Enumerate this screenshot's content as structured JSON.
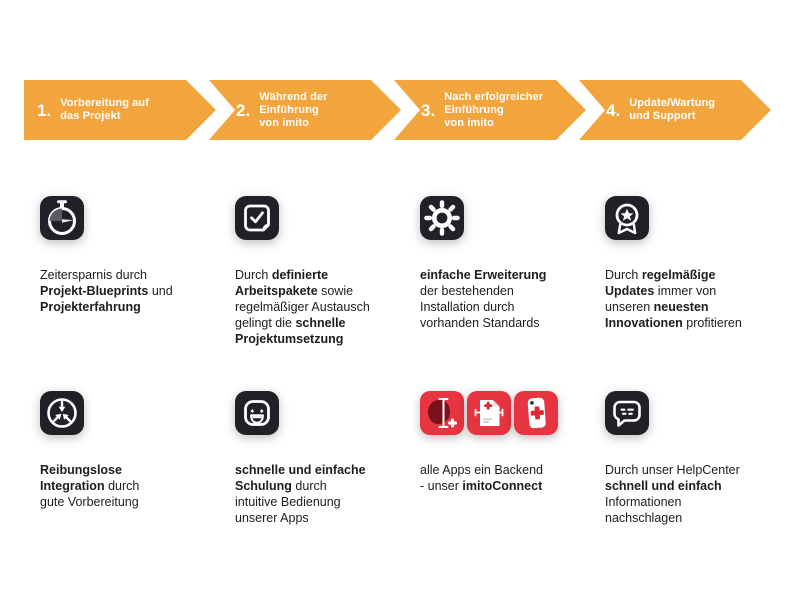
{
  "colors": {
    "orange": "#F2A43D",
    "icon_bg": "#212026",
    "app_red": "#E63440",
    "app_red_dark": "#7A121E",
    "cross_red": "#E02833",
    "text": "#1D1D1F"
  },
  "steps": [
    {
      "number": "1.",
      "label": "Vorbereitung auf\ndas Projekt"
    },
    {
      "number": "2.",
      "label": "Während der\nEinführung\nvon imito"
    },
    {
      "number": "3.",
      "label": "Nach erfolgreicher\nEinführung\nvon imito"
    },
    {
      "number": "4.",
      "label": "Update/Wartung\nund Support"
    }
  ],
  "features": [
    {
      "icon": "stopwatch-icon",
      "segments": [
        {
          "t": "Zeitersparnis durch\n"
        },
        {
          "t": "Projekt-Blueprints",
          "b": true
        },
        {
          "t": " und\n"
        },
        {
          "t": "Projekterfahrung",
          "b": true
        }
      ]
    },
    {
      "icon": "note-check-icon",
      "segments": [
        {
          "t": "Durch "
        },
        {
          "t": "definierte\nArbeitspakete",
          "b": true
        },
        {
          "t": " sowie\nregelmäßiger Austausch\ngelingt die "
        },
        {
          "t": "schnelle\nProjektumsetzung",
          "b": true
        }
      ]
    },
    {
      "icon": "gear-icon",
      "segments": [
        {
          "t": "einfache Erweiterung",
          "b": true
        },
        {
          "t": "\nder bestehenden\nInstallation durch\nvorhanden Standards"
        }
      ]
    },
    {
      "icon": "award-badge-icon",
      "segments": [
        {
          "t": "Durch "
        },
        {
          "t": "regelmäßige\nUpdates",
          "b": true
        },
        {
          "t": " immer von\nunseren "
        },
        {
          "t": "neuesten\nInnovationen",
          "b": true
        },
        {
          "t": " profitieren"
        }
      ]
    },
    {
      "icon": "converge-arrows-icon",
      "segments": [
        {
          "t": "Reibungslose\nIntegration",
          "b": true
        },
        {
          "t": " durch\ngute Vorbereitung"
        }
      ]
    },
    {
      "icon": "smiley-icon",
      "segments": [
        {
          "t": "schnelle und einfache\nSchulung",
          "b": true
        },
        {
          "t": " durch\nintuitive Bedienung\nunserer Apps"
        }
      ]
    },
    {
      "icon": "imito-app-icons",
      "segments": [
        {
          "t": "alle Apps ein Backend\n- unser "
        },
        {
          "t": "imitoConnect",
          "b": true
        }
      ]
    },
    {
      "icon": "chat-bubble-icon",
      "segments": [
        {
          "t": "Durch unser HelpCenter\n"
        },
        {
          "t": "schnell und einfach",
          "b": true
        },
        {
          "t": "\nInformationen\nnachschlagen"
        }
      ]
    }
  ]
}
